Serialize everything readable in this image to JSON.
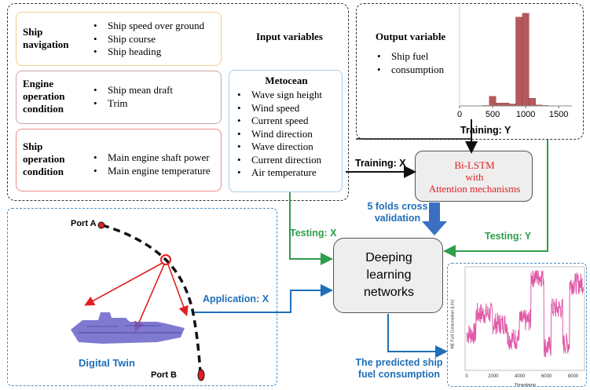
{
  "inputs": {
    "title": "Input variables",
    "groups": [
      {
        "label_lines": [
          "Ship",
          "navigation"
        ],
        "items": [
          "Ship speed over ground",
          "Ship course",
          "Ship heading"
        ],
        "border": "#f3d08a"
      },
      {
        "label_lines": [
          "Engine",
          "operation",
          "condition"
        ],
        "items": [
          "Ship mean draft",
          "Trim"
        ],
        "border": "#c8a6a6"
      },
      {
        "label_lines": [
          "Ship",
          "operation",
          "condition"
        ],
        "items": [
          "Main engine shaft power",
          "Main engine temperature"
        ],
        "border": "#f08a8a"
      }
    ],
    "metocean": {
      "title": "Metocean",
      "items": [
        "Wave sign height",
        "Wind speed",
        "Current speed",
        "Wind direction",
        "Wave direction",
        "Current direction",
        "Air temperature"
      ]
    }
  },
  "output": {
    "title": "Output variable",
    "items": [
      "Ship fuel",
      "consumption"
    ]
  },
  "histogram": {
    "type": "bar",
    "xticks": [
      "0",
      "500",
      "1000",
      "1500"
    ],
    "xlim": [
      0,
      1700
    ],
    "bin_width": 100,
    "bins_start": [
      350,
      450,
      550,
      650,
      750,
      850,
      950,
      1050,
      1150,
      1250
    ],
    "values": [
      0.5,
      10,
      3,
      3,
      2,
      92,
      96,
      8,
      1,
      0.5
    ],
    "bar_color": "#b5595d"
  },
  "bilstm": {
    "line1": "Bi-LSTM",
    "line2": "with",
    "line3": "Attention mechanisms"
  },
  "dl": {
    "line1": "Deeping",
    "line2": "learning",
    "line3": "networks"
  },
  "labels": {
    "training_y": "Training: Y",
    "training_x": "Training: X",
    "testing_x": "Testing: X",
    "testing_y": "Testing: Y",
    "cv_line1": "5 folds cross",
    "cv_line2": "validation",
    "application_x": "Application: X",
    "predicted_line1": "The predicted ship",
    "predicted_line2": "fuel consumption",
    "digital_twin": "Digital Twin",
    "port_a": "Port A",
    "port_b": "Port B"
  },
  "timeseries": {
    "ylabel": "ME Fuel Consumption (L/hr)",
    "xlabel": "Timestamp",
    "xticks": [
      "0",
      "2000",
      "4000",
      "6000",
      "8000"
    ],
    "line_color": "#e05aa8"
  },
  "colors": {
    "green": "#2e9e4a",
    "blue": "#1f6fb8",
    "red": "#e02020",
    "gray_box": "#eeeeee"
  }
}
